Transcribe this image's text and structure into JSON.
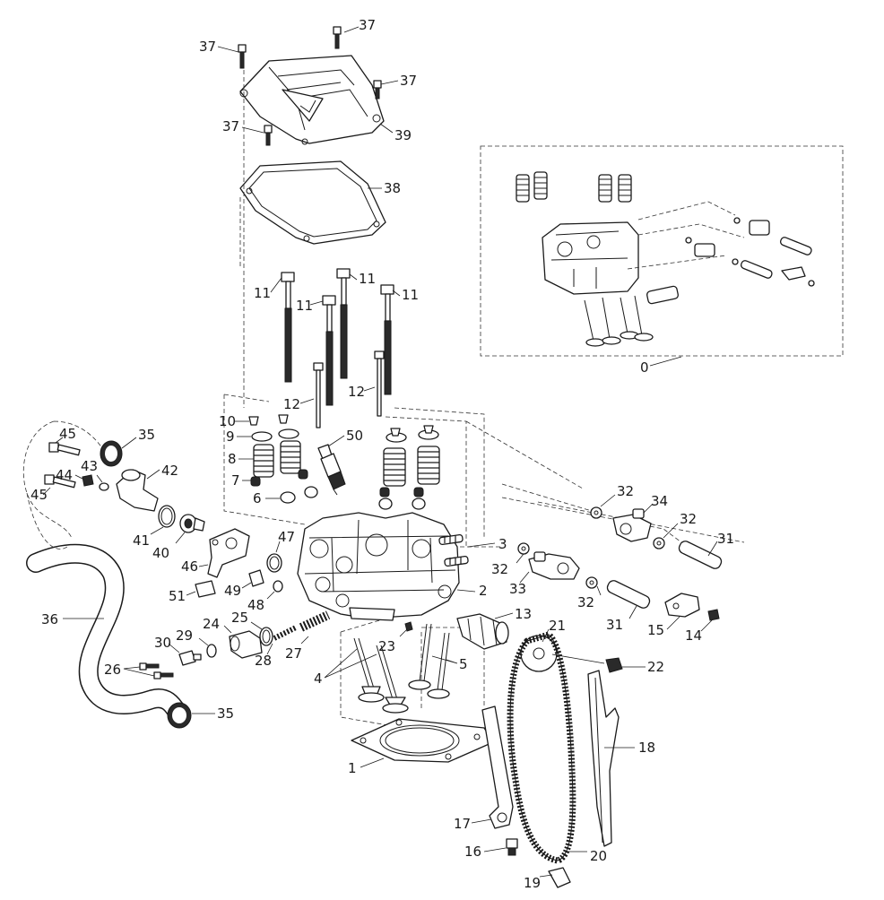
{
  "callouts": {
    "c0": "0",
    "c1": "1",
    "c2": "2",
    "c3": "3",
    "c4": "4",
    "c5": "5",
    "c6": "6",
    "c7": "7",
    "c8": "8",
    "c9": "9",
    "c10": "10",
    "c11": "11",
    "c12": "12",
    "c13": "13",
    "c14": "14",
    "c15": "15",
    "c16": "16",
    "c17": "17",
    "c18": "18",
    "c19": "19",
    "c20": "20",
    "c21": "21",
    "c22": "22",
    "c23": "23",
    "c24": "24",
    "c25": "25",
    "c26": "26",
    "c27": "27",
    "c28": "28",
    "c29": "29",
    "c30": "30",
    "c31": "31",
    "c32": "32",
    "c33": "33",
    "c34": "34",
    "c35": "35",
    "c36": "36",
    "c37": "37",
    "c38": "38",
    "c39": "39",
    "c40": "40",
    "c41": "41",
    "c42": "42",
    "c43": "43",
    "c44": "44",
    "c45": "45",
    "c46": "46",
    "c47": "47",
    "c48": "48",
    "c49": "49",
    "c50": "50",
    "c51": "51"
  }
}
